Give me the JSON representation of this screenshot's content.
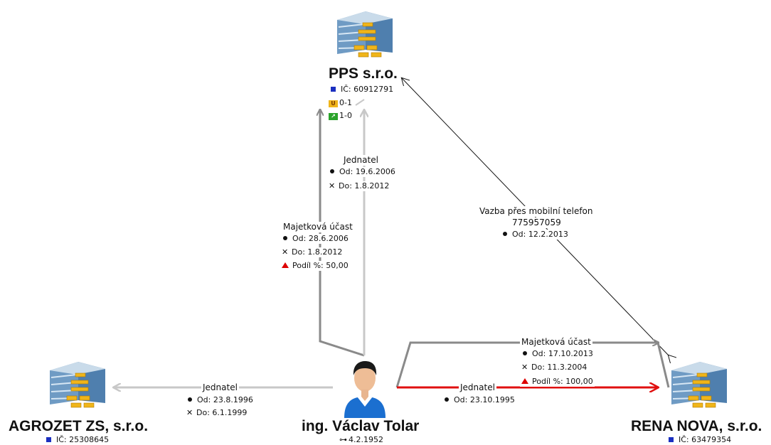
{
  "nodes": {
    "pps": {
      "name": "PPS s.r.o.",
      "ic": "IČ: 60912791",
      "badge1_value": "0-1",
      "badge2_value": "1-0"
    },
    "agrozet": {
      "name": "AGROZET ZS, s.r.o.",
      "ic": "IČ: 25308645"
    },
    "person": {
      "name": "ing. Václav Tolar",
      "birth": "4.2.1952"
    },
    "rena": {
      "name": "RENA NOVA, s.r.o.",
      "ic": "IČ: 63479354"
    }
  },
  "edges": {
    "person_pps_jednatel": {
      "title": "Jednatel",
      "od": "Od: 19.6.2006",
      "do": "Do: 1.8.2012"
    },
    "person_pps_majetkova": {
      "title": "Majetková účast",
      "od": "Od: 28.6.2006",
      "do": "Do: 1.8.2012",
      "podil": "Podíl %: 50,00"
    },
    "rena_pps_phone": {
      "title": "Vazba přes mobilní telefon",
      "phone": "775957059",
      "od": "Od: 12.2.2013"
    },
    "person_agrozet_jednatel": {
      "title": "Jednatel",
      "od": "Od: 23.8.1996",
      "do": "Do: 6.1.1999"
    },
    "person_rena_jednatel": {
      "title": "Jednatel",
      "od": "Od: 23.10.1995"
    },
    "person_rena_majetkova": {
      "title": "Majetková účast",
      "od": "Od: 17.10.2013",
      "do": "Do: 11.3.2004",
      "podil": "Podíl %: 100,00"
    }
  },
  "colors": {
    "active_edge": "#e01010",
    "past_edge": "#8a8a8a",
    "light_edge": "#c8c8c8",
    "ic_square": "#1b2fc0"
  }
}
